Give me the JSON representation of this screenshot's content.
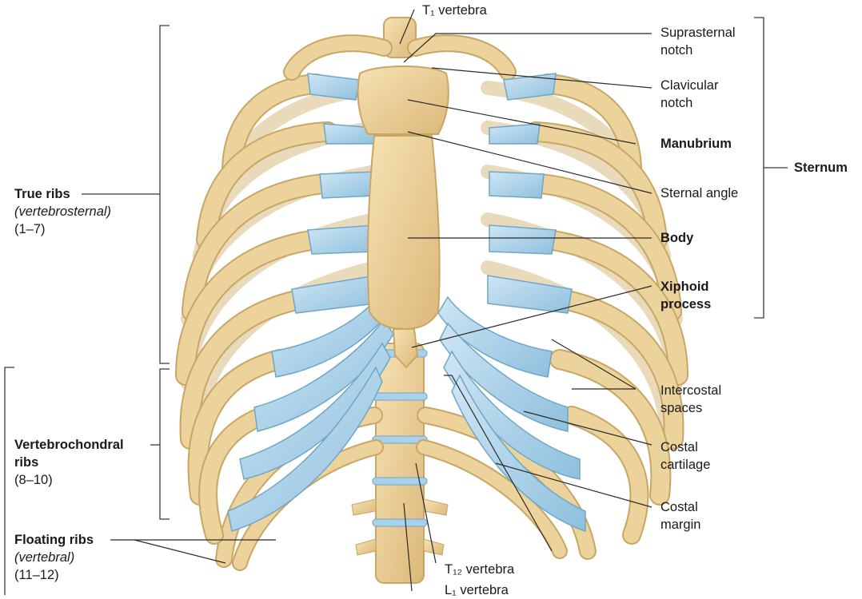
{
  "labels": {
    "t1_vertebra": "T₁ vertebra",
    "suprasternal_notch": [
      "Suprasternal",
      "notch"
    ],
    "clavicular_notch": [
      "Clavicular",
      "notch"
    ],
    "manubrium": "Manubrium",
    "sternal_angle": "Sternal angle",
    "body": "Body",
    "xiphoid_process": [
      "Xiphoid",
      "process"
    ],
    "sternum": "Sternum",
    "intercostal_spaces": [
      "Intercostal",
      "spaces"
    ],
    "costal_cartilage": [
      "Costal",
      "cartilage"
    ],
    "costal_margin": [
      "Costal",
      "margin"
    ],
    "t12_vertebra": "T₁₂ vertebra",
    "l1_vertebra": "L₁ vertebra",
    "true_ribs": {
      "title": "True ribs",
      "subtitle": "(vertebrosternal)",
      "range": "(1–7)"
    },
    "vertebrochondral_ribs": {
      "title": [
        "Vertebrochondral",
        "ribs"
      ],
      "range": "(8–10)"
    },
    "floating_ribs": {
      "title": "Floating ribs",
      "subtitle": "(vertebral)",
      "range": "(11–12)"
    }
  },
  "colors": {
    "bone": "#ecd29b",
    "bone_edge": "#c9a664",
    "cartilage": "#a9d2ea",
    "cartilage_edge": "#6ea6c8",
    "leader": "#2a2a2a"
  }
}
